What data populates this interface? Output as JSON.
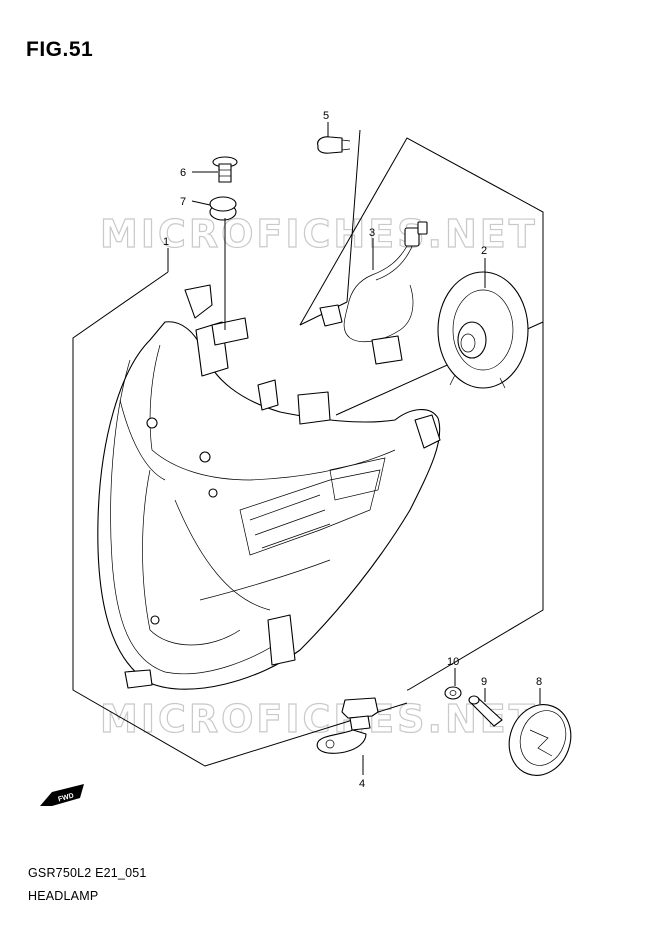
{
  "figure": {
    "title": "FIG.51",
    "code": "GSR750L2 E21_051",
    "name": "HEADLAMP"
  },
  "watermark": "MICROFICHES.NET",
  "callouts": [
    {
      "id": "1",
      "label": "1"
    },
    {
      "id": "2",
      "label": "2"
    },
    {
      "id": "3",
      "label": "3"
    },
    {
      "id": "4",
      "label": "4"
    },
    {
      "id": "5",
      "label": "5"
    },
    {
      "id": "6",
      "label": "6"
    },
    {
      "id": "7",
      "label": "7"
    },
    {
      "id": "8",
      "label": "8"
    },
    {
      "id": "9",
      "label": "9"
    },
    {
      "id": "10",
      "label": "10"
    }
  ],
  "fwd_label": "FWD"
}
